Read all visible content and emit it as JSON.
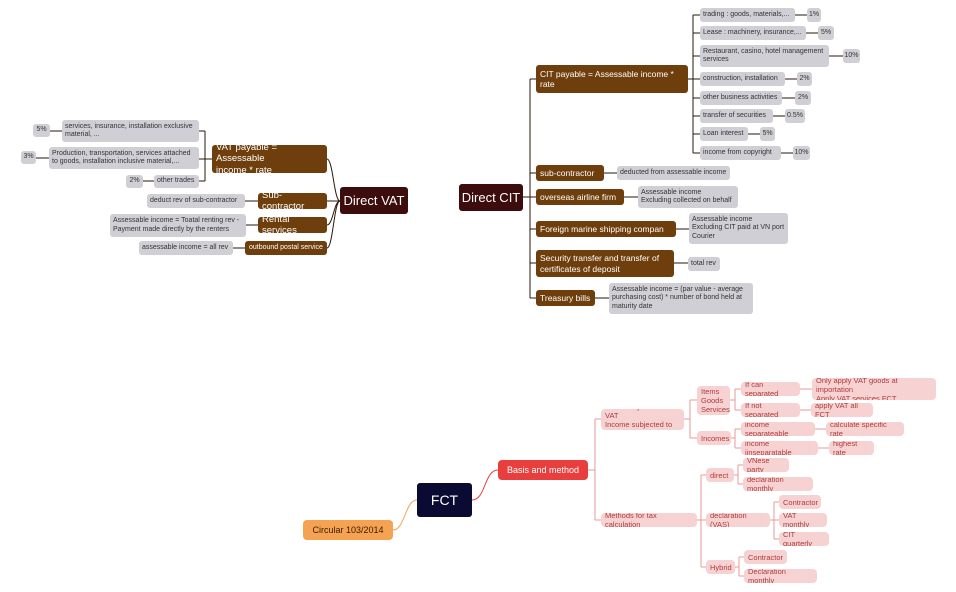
{
  "direct_vat": {
    "title": "Direct VAT",
    "vat_payable": "VAT payable = Assessable\nincome * rate",
    "services_text": "services, insurance, installation exclusive\nmaterial, ...",
    "services_rate": "5%",
    "production_text": "Production, transportation, services attached\nto goods, installation inclusive material,...",
    "production_rate": "3%",
    "other_trades_text": "other trades",
    "other_trades_rate": "2%",
    "sub_contractor": "Sub-contractor",
    "sub_contractor_note": "deduct rev of sub-contractor",
    "rental_services": "Rental services",
    "rental_note": "Assessable income = Toatal renting rev -\nPayment made directly by the renters",
    "postal_service": "outbound postal service",
    "postal_note": "assessable income = all rev"
  },
  "direct_cit": {
    "title": "Direct CIT",
    "cit_payable": "CIT payable = Assessable income *\nrate",
    "rates": [
      {
        "label": "trading : goods, materials,...",
        "rate": "1%"
      },
      {
        "label": "Lease : machinery, insurance,...",
        "rate": "5%"
      },
      {
        "label": "Restaurant, casino, hotel management\nservices",
        "rate": "10%"
      },
      {
        "label": "construction, installation",
        "rate": "2%"
      },
      {
        "label": "other business activities",
        "rate": "2%"
      },
      {
        "label": "transfer of securities",
        "rate": "0.5%"
      },
      {
        "label": "Loan interest",
        "rate": "5%"
      },
      {
        "label": "income from copyright",
        "rate": "10%"
      }
    ],
    "sub_contractor": "sub-contractor",
    "sub_contractor_note": "deducted from assessable income",
    "airline": "overseas airline firm",
    "airline_note": "Assessable income\nExcluding collected on behalf",
    "marine": "Foreign marine shipping compan",
    "marine_note": "Assessable income\nExcluding CIT paid at VN port\nCourier",
    "security": "Security transfer and transfer of\ncertificates of deposit",
    "security_note": "total rev",
    "bills": "Treasury bills",
    "bills_note": "Assessable income = (par value - average\npurchasing  cost) * number of bond held at\nmaturity date"
  },
  "fct": {
    "title": "FCT",
    "circular": "Circular 103/2014",
    "basis": "Basis and method",
    "items_subject": "Items subjected to VAT\nIncome subjected to CIT",
    "items_goods": "Items\nGoods\nServices",
    "if_separated": "If can separated",
    "if_separated_note": "Only apply VAT goods at importation\nApply VAT services FCT",
    "if_not_separated": "If not separated",
    "if_not_separated_note": "apply VAT all FCT",
    "incomes": "Incomes",
    "income_separable": "income separateable",
    "income_separable_note": "calculate specific rate",
    "income_inseparable": "income iinseparatable",
    "income_inseparable_note": "highest rate",
    "methods": "Methods for tax calculation",
    "direct": "direct",
    "vnese_party": "VNese party",
    "declaration_monthly_1": "declaration monthly",
    "declaration_vas": "declaration (VAS)",
    "contractor_1": "Contractor",
    "vat_monthly": "VAT monthly",
    "cit_quarterly": "CIT quarterly",
    "hybrid": "Hybrid",
    "contractor_2": "Contractor",
    "declaration_monthly_2": "Declaration monthly"
  },
  "colors": {
    "vat_root": "#3d0c0c",
    "cit_root": "#3d0c0c",
    "fct_root": "#0a0a33",
    "main_branch": "#6e3e0c",
    "basis": "#e83e3e",
    "circular": "#f5a253",
    "pink_leaf": "#f7d2d2",
    "pink_text": "#b03a3a"
  }
}
